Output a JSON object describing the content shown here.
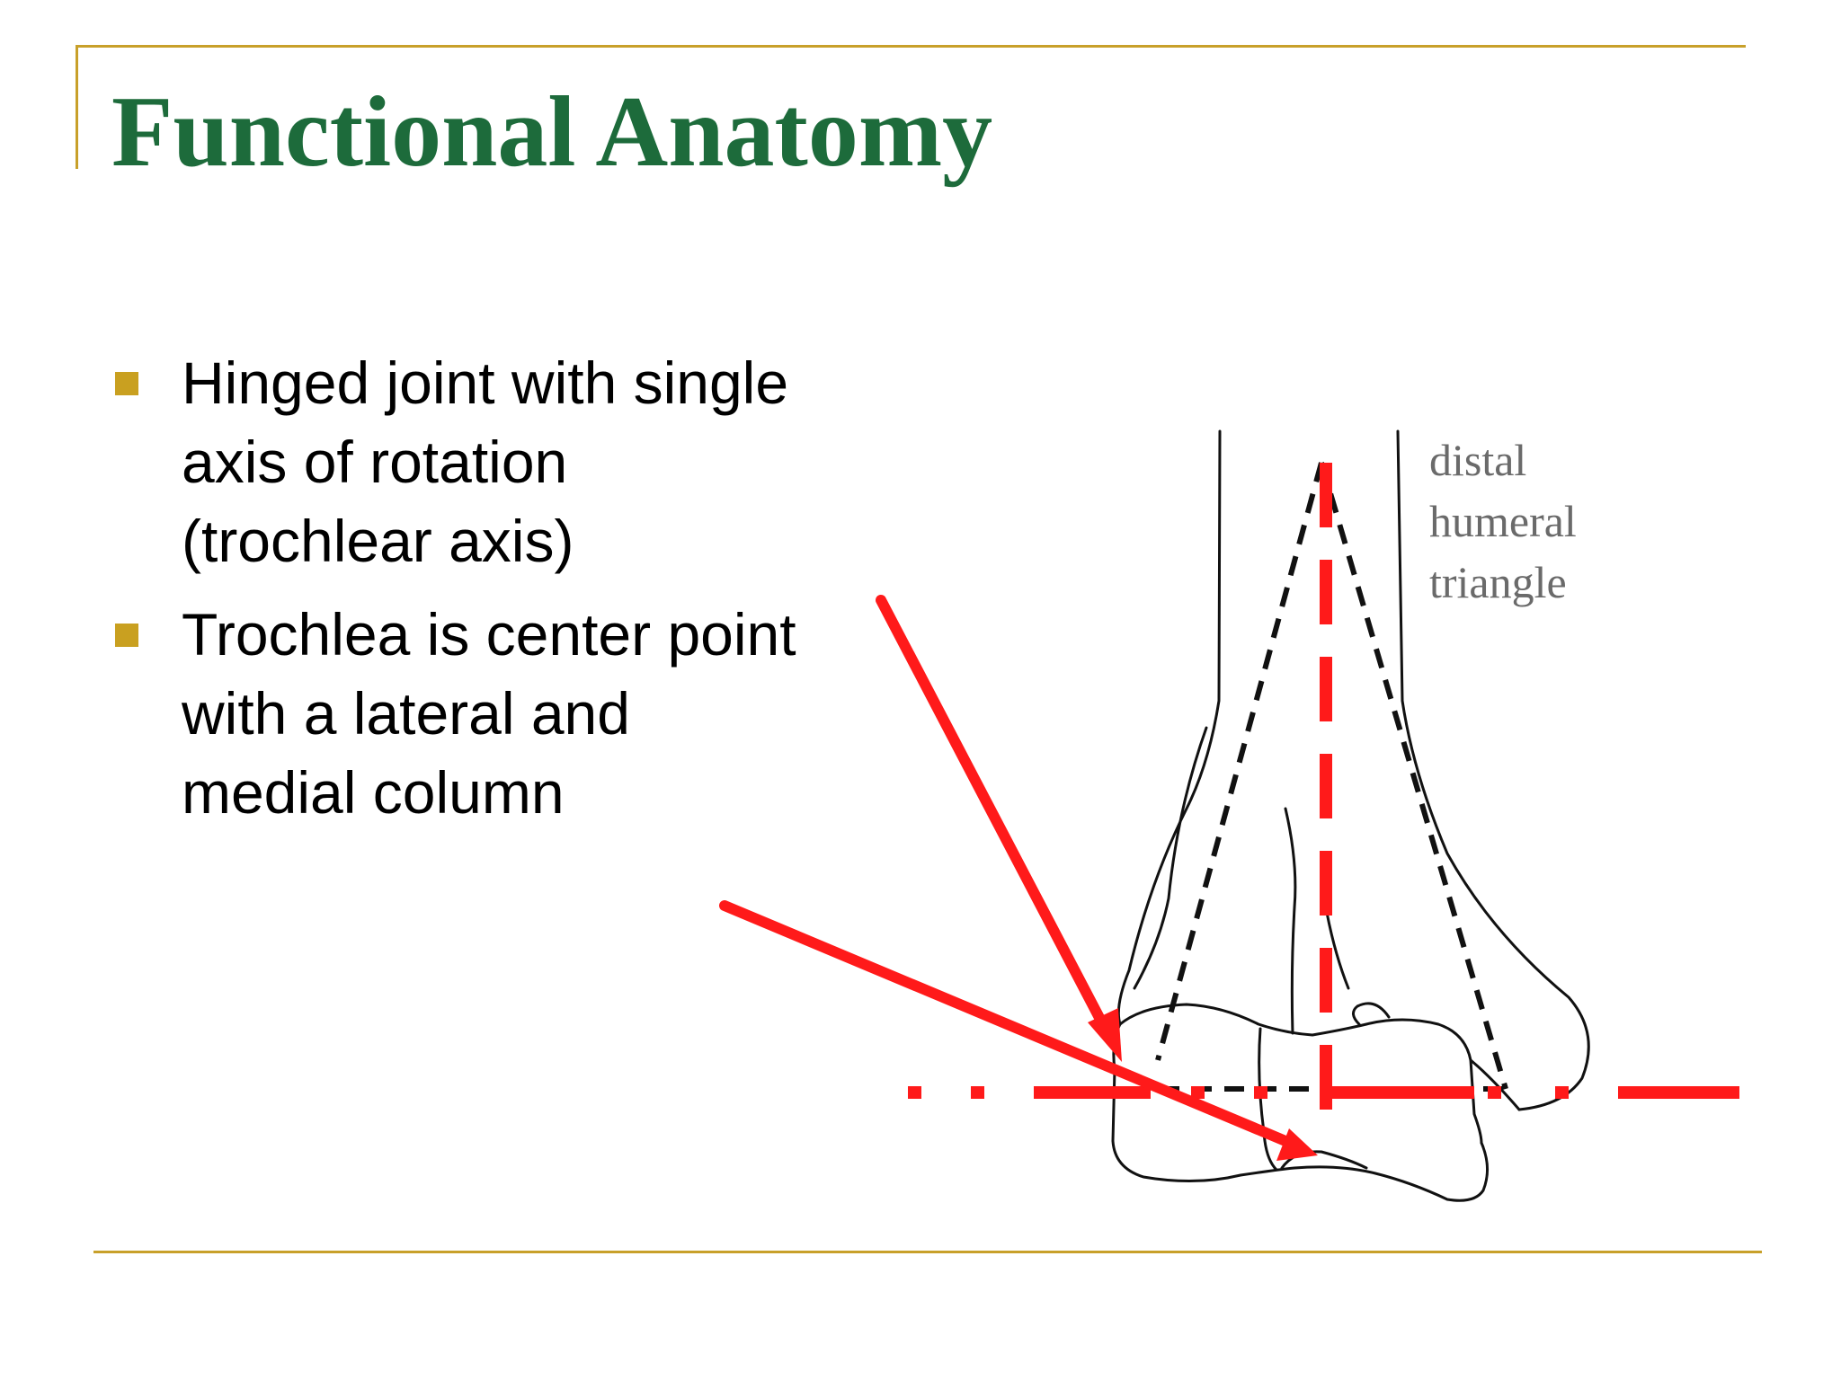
{
  "slide": {
    "title": "Functional Anatomy",
    "bullets": [
      {
        "text": "Hinged joint with single\naxis of rotation\n(trochlear axis)"
      },
      {
        "text": "Trochlea is center point\nwith a lateral and\nmedial column"
      }
    ],
    "figure": {
      "label": "distal\nhumeral\ntriangle"
    }
  },
  "colors": {
    "title": "#1d6b3b",
    "rules": "#c8a02a",
    "bullet_marker": "#c9a020",
    "annotation": "#ff0000",
    "label": "#6a6a6a"
  }
}
